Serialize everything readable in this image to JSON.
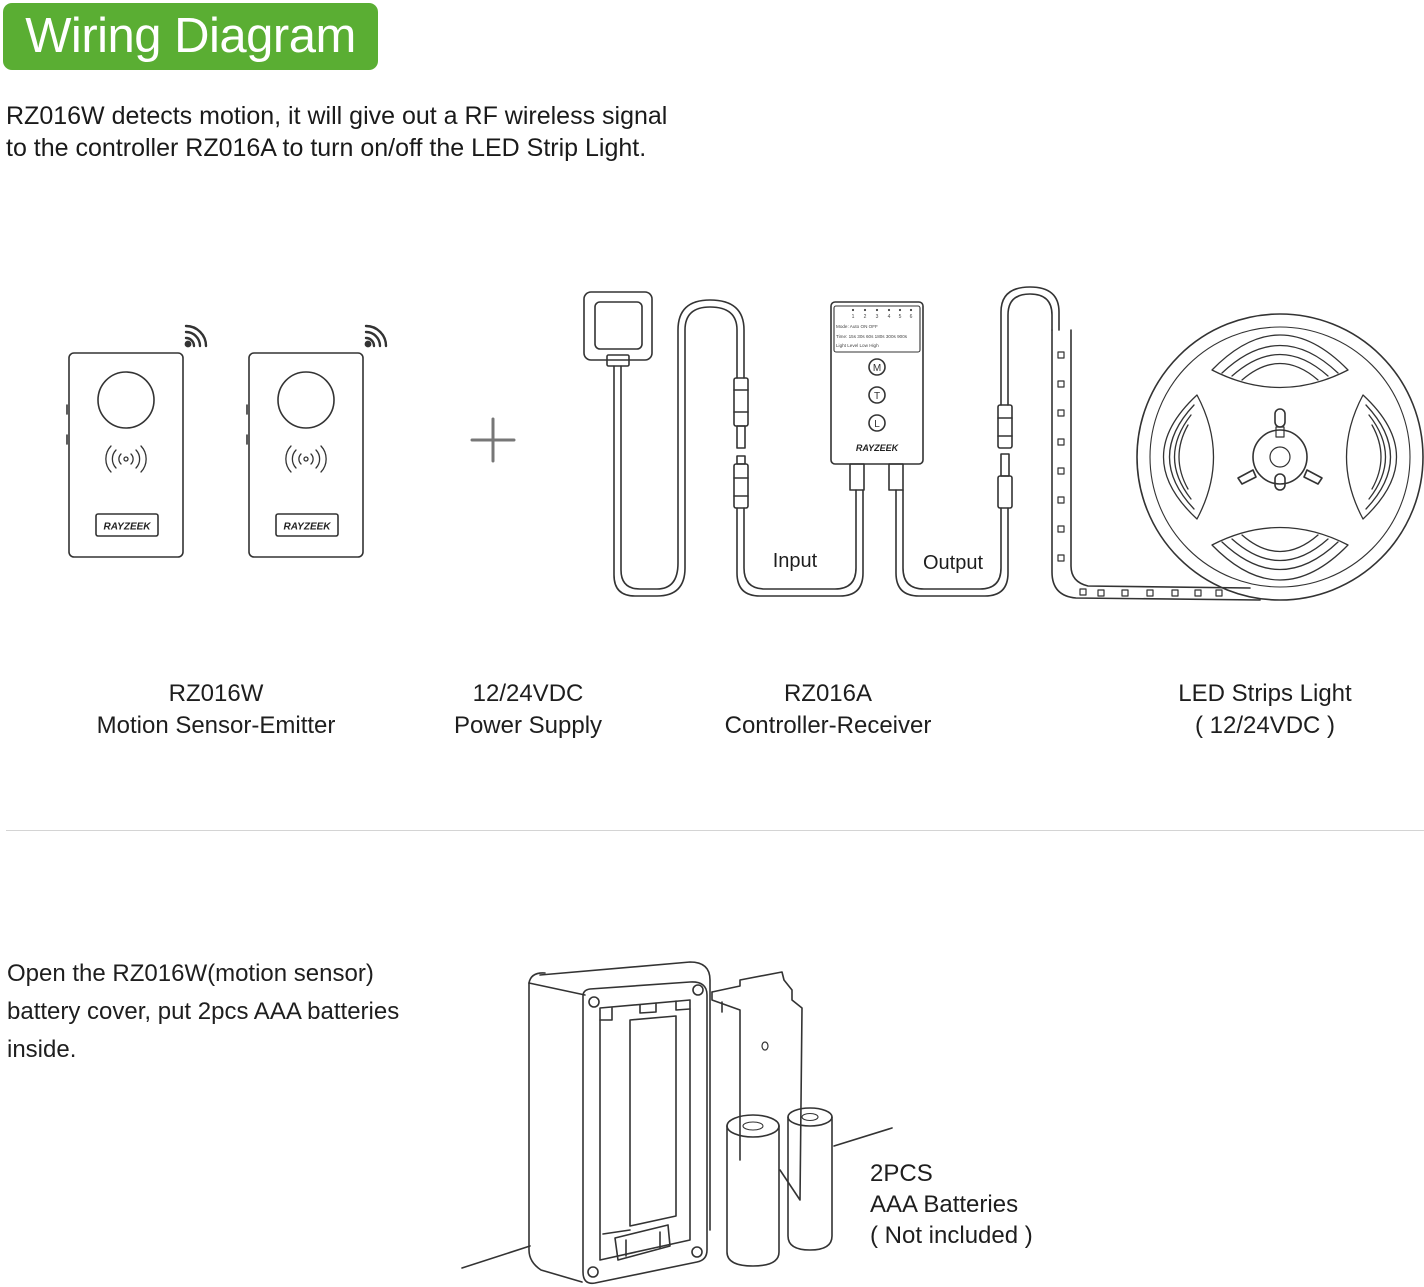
{
  "header": {
    "title": "Wiring Diagram",
    "badge_color": "#5aae33"
  },
  "intro": {
    "line1": "RZ016W detects motion, it will give out a RF wireless signal",
    "line2": "to the controller RZ016A to turn on/off the LED Strip Light."
  },
  "devices": {
    "sensor_brand": "RAYZEEK",
    "controller_brand": "RAYZEEK",
    "controller_buttons": [
      "M",
      "T",
      "L"
    ],
    "controller_channels": [
      "1",
      "2",
      "3",
      "4",
      "5",
      "6"
    ],
    "controller_row_mode": "Mode: Auto          ON          OFF",
    "controller_row_time": "Time: 15s 30s 60s 180s 300s 900s",
    "controller_row_light": "Light Level   Low        High",
    "input_label": "Input",
    "output_label": "Output",
    "plus_icon": "plus-icon",
    "signal_icon": "wireless-signal-icon"
  },
  "captions": {
    "sensor": {
      "line1": "RZ016W",
      "line2": "Motion Sensor-Emitter"
    },
    "power": {
      "line1": "12/24VDC",
      "line2": "Power Supply"
    },
    "controller": {
      "line1": "RZ016A",
      "line2": "Controller-Receiver"
    },
    "strip": {
      "line1": "LED Strips Light",
      "line2": "( 12/24VDC )"
    }
  },
  "battery_section": {
    "instruction_line1": "Open the RZ016W(motion sensor)",
    "instruction_line2": "battery cover, put 2pcs AAA batteries",
    "instruction_line3": "inside.",
    "label_line1": "2PCS",
    "label_line2": "AAA Batteries",
    "label_line3": "( Not included )"
  }
}
